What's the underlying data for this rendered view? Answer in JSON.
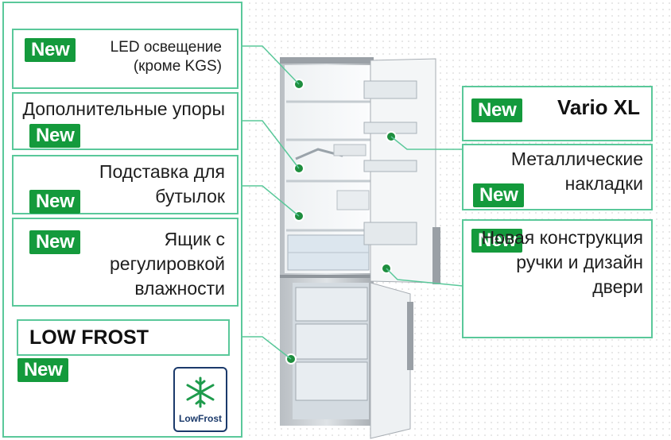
{
  "badge_label": "New",
  "colors": {
    "accent": "#5ac89a",
    "badge": "#149a3c"
  },
  "left_features": [
    {
      "id": "led",
      "text": "LED освещение (кроме KGS)"
    },
    {
      "id": "stops",
      "text": "Дополнительные упоры"
    },
    {
      "id": "bottle",
      "text": "Подставка для бутылок"
    },
    {
      "id": "drawer",
      "text": "Ящик с регулировкой влажности"
    },
    {
      "id": "lowfrost",
      "text": "LOW FROST"
    }
  ],
  "right_features": [
    {
      "id": "vario",
      "text": "Vario XL"
    },
    {
      "id": "metal",
      "text": "Металлические накладки"
    },
    {
      "id": "handle",
      "text": "Новая конструкция ручки и дизайн двери"
    }
  ],
  "lowfrost_logo": {
    "label": "LowFrost",
    "icon": "snowflake-icon"
  }
}
